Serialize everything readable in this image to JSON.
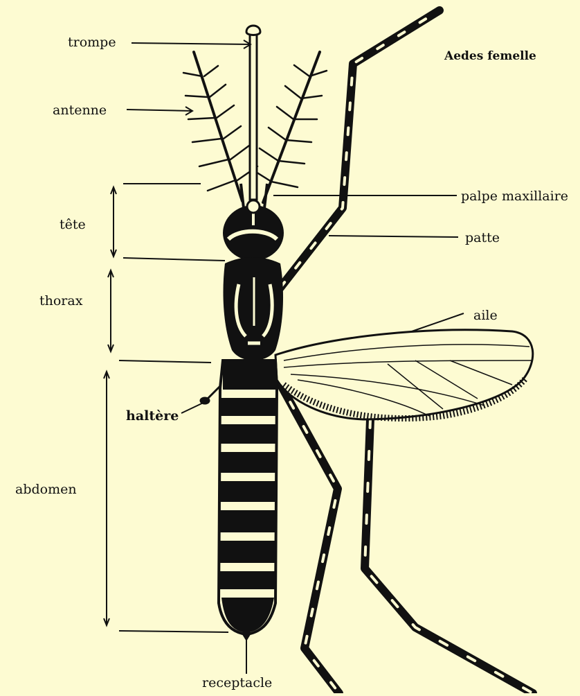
{
  "diagram": {
    "title": "Aedes femelle",
    "background_color": "#fdfbd2",
    "ink_color": "#111111",
    "labels": {
      "trompe": "trompe",
      "antenne": "antenne",
      "tete": "tête",
      "thorax": "thorax",
      "haltere": "haltère",
      "abdomen": "abdomen",
      "receptacle": "receptacle",
      "palpe": "palpe maxillaire",
      "patte": "patte",
      "aile": "aile"
    }
  }
}
